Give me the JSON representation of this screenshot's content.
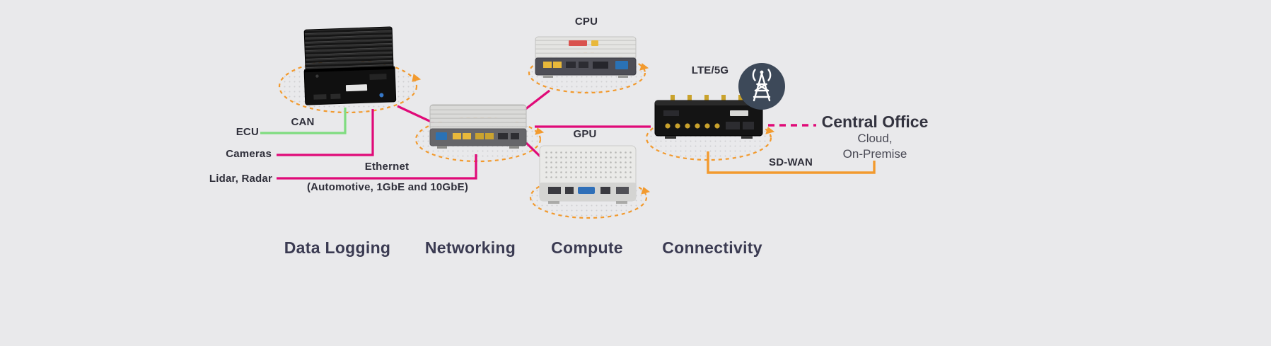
{
  "colors": {
    "magenta": "#e00a78",
    "green": "#7fdc7f",
    "orange": "#f29a2e",
    "dark": "#3b3b52",
    "text": "#2f2f3a",
    "background": "#e9e9eb"
  },
  "labels": {
    "cpu": "CPU",
    "gpu": "GPU",
    "lte_5g": "LTE/5G",
    "ecu": "ECU",
    "cameras": "Cameras",
    "lidar_radar": "Lidar, Radar",
    "can": "CAN",
    "ethernet": "Ethernet",
    "ethernet_detail": "(Automotive, 1GbE and 10GbE)",
    "sd_wan": "SD-WAN"
  },
  "central_office": {
    "title": "Central Office",
    "line1": "Cloud,",
    "line2": "On-Premise"
  },
  "categories": [
    {
      "label": "Data Logging"
    },
    {
      "label": "Networking"
    },
    {
      "label": "Compute"
    },
    {
      "label": "Connectivity"
    }
  ]
}
